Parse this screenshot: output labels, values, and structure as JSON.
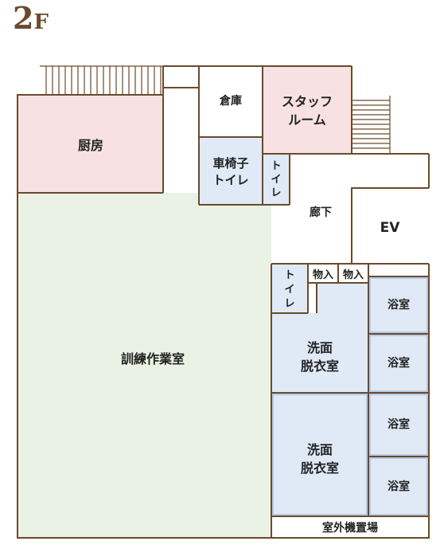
{
  "floor": {
    "number": "2",
    "suffix": "F"
  },
  "colors": {
    "wall": "#6b4a2b",
    "pink": "#f7e1e3",
    "green": "#e9f2e4",
    "blue": "#dfeaf6",
    "white": "#ffffff"
  },
  "rooms": {
    "kitchen": "厨房",
    "training": "訓練作業室",
    "storage": "倉庫",
    "staff_line1": "スタッフ",
    "staff_line2": "ルーム",
    "wheelchair_line1": "車椅子",
    "wheelchair_line2": "トイレ",
    "toilet_small_1": "ト",
    "toilet_small_2": "イ",
    "toilet_small_3": "レ",
    "hallway": "廊下",
    "elevator": "EV",
    "storage_a": "物入",
    "storage_b": "物入",
    "toilet2_1": "ト",
    "toilet2_2": "イ",
    "toilet2_3": "レ",
    "washroom_a_line1": "洗面",
    "washroom_a_line2": "脱衣室",
    "washroom_b_line1": "洗面",
    "washroom_b_line2": "脱衣室",
    "bath_1": "浴室",
    "bath_2": "浴室",
    "bath_3": "浴室",
    "bath_4": "浴室",
    "outdoor_unit": "室外機置場"
  }
}
